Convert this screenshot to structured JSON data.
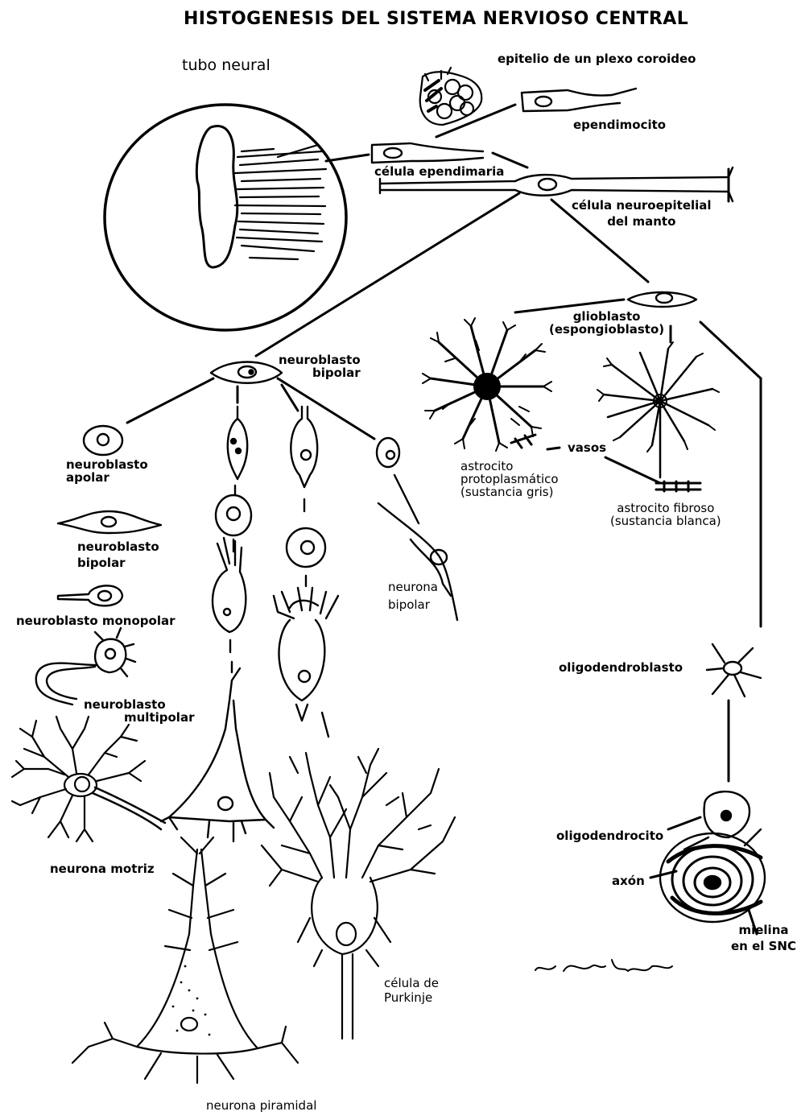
{
  "title": "HISTOGENESIS DEL SISTEMA NERVIOSO CENTRAL",
  "labels": {
    "tubo_neural": "tubo neural",
    "epitelio": "epitelio de un plexo coroideo",
    "ependimocito": "ependimocito",
    "celula_ependimaria": "célula ependimaria",
    "neuroepitelial_1": "célula neuroepitelial",
    "neuroepitelial_2": "del manto",
    "glioblasto_1": "glioblasto",
    "glioblasto_2": "(espongioblasto)",
    "neuroblasto_bipolar_top_1": "neuroblasto",
    "neuroblasto_bipolar_top_2": "bipolar",
    "vasos": "vasos",
    "astrocito_proto_1": "astrocito",
    "astrocito_proto_2": "protoplasmático",
    "astrocito_proto_3": "(sustancia gris)",
    "astrocito_fib_1": "astrocito fibroso",
    "astrocito_fib_2": "(sustancia blanca)",
    "neuroblasto_apolar_1": "neuroblasto",
    "neuroblasto_apolar_2": "apolar",
    "neuroblasto_bipolar_1": "neuroblasto",
    "neuroblasto_bipolar_2": "bipolar",
    "neuroblasto_monopolar": "neuroblasto monopolar",
    "neuroblasto_multipolar_1": "neuroblasto",
    "neuroblasto_multipolar_2": "multipolar",
    "neurona_bipolar_1": "neurona",
    "neurona_bipolar_2": "bipolar",
    "neurona_motriz": "neurona motriz",
    "oligodendroblasto": "oligodendroblasto",
    "oligodendrocito": "oligodendrocito",
    "axon": "axón",
    "mielina_1": "mielina",
    "mielina_2": "en el SNC",
    "purkinje_1": "célula de",
    "purkinje_2": "Purkinje",
    "neurona_piramidal": "neurona piramidal"
  }
}
